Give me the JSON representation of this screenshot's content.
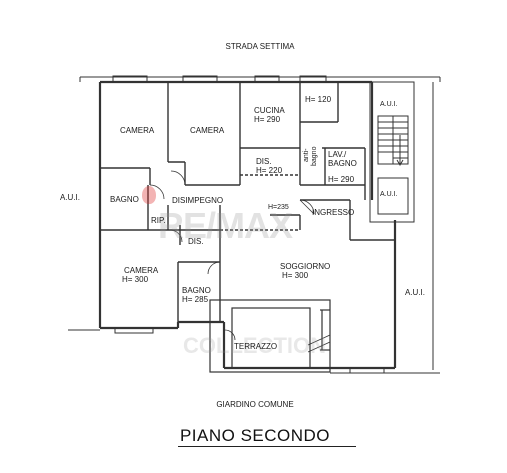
{
  "street_label": "STRADA SETTIMA",
  "garden_label": "GIARDINO COMUNE",
  "floor_title": "PIANO SECONDO",
  "watermark": "RE/MAX",
  "watermark_small": "COLLECTION",
  "rooms": {
    "camera1": "CAMERA",
    "camera2": "CAMERA",
    "cucina": "CUCINA",
    "cucina_h": "H= 290",
    "h120": "H= 120",
    "dis1": "DIS.",
    "dis1_h": "H= 220",
    "lav": "LAV./",
    "bagno_top": "BAGNO",
    "bagno_top_h": "H= 290",
    "anti": "anti-",
    "bagno_small": "bagno",
    "bagno_left": "BAGNO",
    "disimpegno": "DISIMPEGNO",
    "rip": "RIP.",
    "h235": "H=235",
    "ingresso": "INGRESSO",
    "dis2": "DIS.",
    "camera3": "CAMERA",
    "camera3_h": "H= 300",
    "bagno_bottom": "BAGNO",
    "bagno_bottom_h": "H= 285",
    "soggiorno": "SOGGIORNO",
    "soggiorno_h": "H= 300",
    "terrazzo": "TERRAZZO"
  },
  "aui_left": "A.U.I.",
  "aui_right": "A.U.I.",
  "aui_stair_top": "A.U.I.",
  "aui_stair_bottom": "A.U.I."
}
